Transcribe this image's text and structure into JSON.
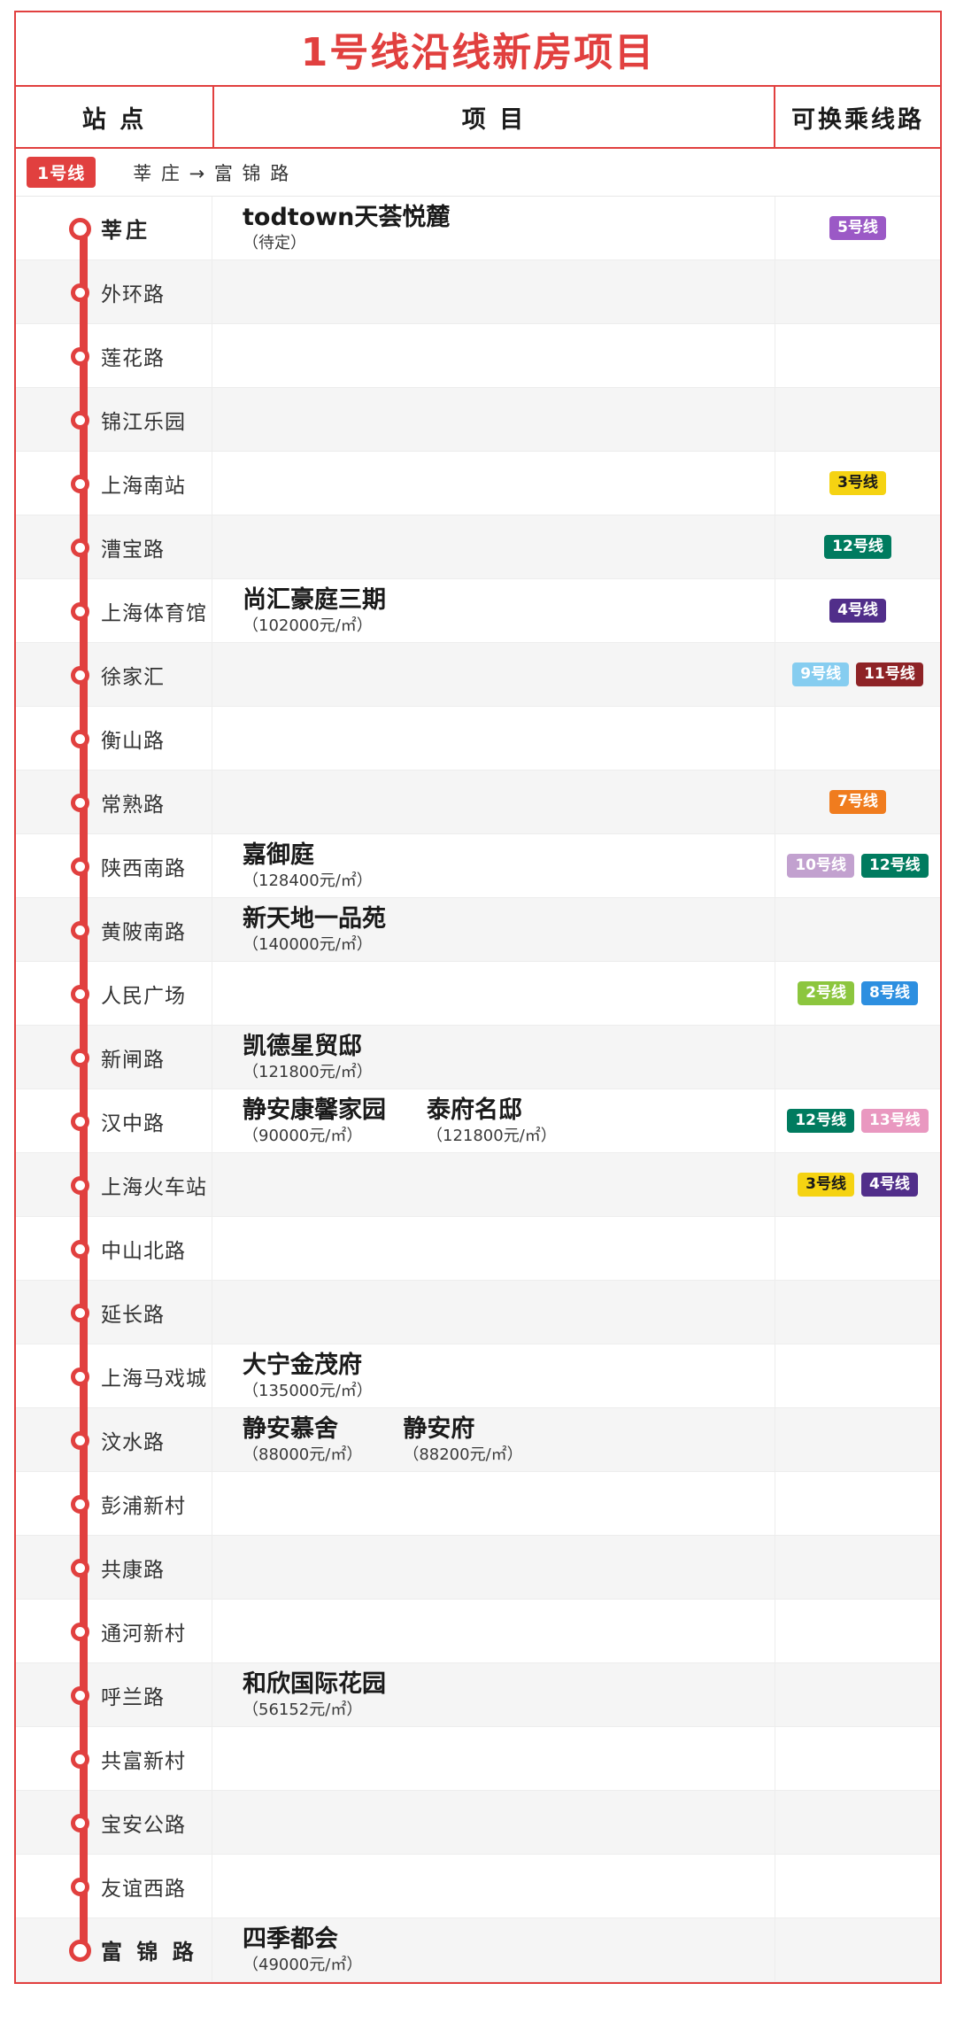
{
  "title": "1号线沿线新房项目",
  "columns": {
    "station": "站  点",
    "project": "项  目",
    "transfer": "可换乘线路"
  },
  "line": {
    "badge": "1号线",
    "route": "莘 庄  →  富 锦 路"
  },
  "colors": {
    "line1": "#e1403f",
    "line2": "#8cc63e",
    "line3": "#f5d312",
    "line4": "#512e8a",
    "line5": "#9b59c6",
    "line7": "#f07c1e",
    "line8": "#2d8fe0",
    "line9": "#86cdf0",
    "line10": "#c2a1cf",
    "line11": "#8e2326",
    "line12": "#007b5f",
    "line13": "#e998c0"
  },
  "rows": [
    {
      "station": "莘庄",
      "bold": true,
      "projects": [
        {
          "name": "todtown天荟悦麓",
          "price": "（待定）"
        }
      ],
      "transfers": [
        {
          "label": "5号线",
          "color": "#9b59c6"
        }
      ]
    },
    {
      "station": "外环路",
      "projects": [],
      "transfers": []
    },
    {
      "station": "莲花路",
      "projects": [],
      "transfers": []
    },
    {
      "station": "锦江乐园",
      "projects": [],
      "transfers": []
    },
    {
      "station": "上海南站",
      "projects": [],
      "transfers": [
        {
          "label": "3号线",
          "color": "#f5d312",
          "textColor": "#1a1a1a"
        }
      ]
    },
    {
      "station": "漕宝路",
      "projects": [],
      "transfers": [
        {
          "label": "12号线",
          "color": "#007b5f"
        }
      ]
    },
    {
      "station": "上海体育馆",
      "projects": [
        {
          "name": "尚汇豪庭三期",
          "price": "（102000元/㎡）"
        }
      ],
      "transfers": [
        {
          "label": "4号线",
          "color": "#512e8a"
        }
      ]
    },
    {
      "station": "徐家汇",
      "projects": [],
      "transfers": [
        {
          "label": "9号线",
          "color": "#86cdf0"
        },
        {
          "label": "11号线",
          "color": "#8e2326"
        }
      ]
    },
    {
      "station": "衡山路",
      "projects": [],
      "transfers": []
    },
    {
      "station": "常熟路",
      "projects": [],
      "transfers": [
        {
          "label": "7号线",
          "color": "#f07c1e"
        }
      ]
    },
    {
      "station": "陕西南路",
      "projects": [
        {
          "name": "嘉御庭",
          "price": "（128400元/㎡）"
        }
      ],
      "transfers": [
        {
          "label": "10号线",
          "color": "#c2a1cf"
        },
        {
          "label": "12号线",
          "color": "#007b5f"
        }
      ]
    },
    {
      "station": "黄陂南路",
      "projects": [
        {
          "name": "新天地一品苑",
          "price": "（140000元/㎡）"
        }
      ],
      "transfers": []
    },
    {
      "station": "人民广场",
      "projects": [],
      "transfers": [
        {
          "label": "2号线",
          "color": "#8cc63e"
        },
        {
          "label": "8号线",
          "color": "#2d8fe0"
        }
      ]
    },
    {
      "station": "新闸路",
      "projects": [
        {
          "name": "凯德星贸邸",
          "price": "（121800元/㎡）"
        }
      ],
      "transfers": []
    },
    {
      "station": "汉中路",
      "projects": [
        {
          "name": "静安康馨家园",
          "price": "（90000元/㎡）"
        },
        {
          "name": "泰府名邸",
          "price": "（121800元/㎡）"
        }
      ],
      "transfers": [
        {
          "label": "12号线",
          "color": "#007b5f"
        },
        {
          "label": "13号线",
          "color": "#e998c0"
        }
      ]
    },
    {
      "station": "上海火车站",
      "projects": [],
      "transfers": [
        {
          "label": "3号线",
          "color": "#f5d312",
          "textColor": "#1a1a1a"
        },
        {
          "label": "4号线",
          "color": "#512e8a"
        }
      ]
    },
    {
      "station": "中山北路",
      "projects": [],
      "transfers": []
    },
    {
      "station": "延长路",
      "projects": [],
      "transfers": []
    },
    {
      "station": "上海马戏城",
      "projects": [
        {
          "name": "大宁金茂府",
          "price": "（135000元/㎡）"
        }
      ],
      "transfers": []
    },
    {
      "station": "汶水路",
      "projects": [
        {
          "name": "静安慕舍",
          "price": "（88000元/㎡）"
        },
        {
          "name": "静安府",
          "price": "（88200元/㎡）"
        }
      ],
      "transfers": []
    },
    {
      "station": "彭浦新村",
      "projects": [],
      "transfers": []
    },
    {
      "station": "共康路",
      "projects": [],
      "transfers": []
    },
    {
      "station": "通河新村",
      "projects": [],
      "transfers": []
    },
    {
      "station": "呼兰路",
      "projects": [
        {
          "name": "和欣国际花园",
          "price": "（56152元/㎡）"
        }
      ],
      "transfers": []
    },
    {
      "station": "共富新村",
      "projects": [],
      "transfers": []
    },
    {
      "station": "宝安公路",
      "projects": [],
      "transfers": []
    },
    {
      "station": "友谊西路",
      "projects": [],
      "transfers": []
    },
    {
      "station": "富 锦 路",
      "bold": true,
      "projects": [
        {
          "name": "四季都会",
          "price": "（49000元/㎡）"
        }
      ],
      "transfers": []
    }
  ]
}
